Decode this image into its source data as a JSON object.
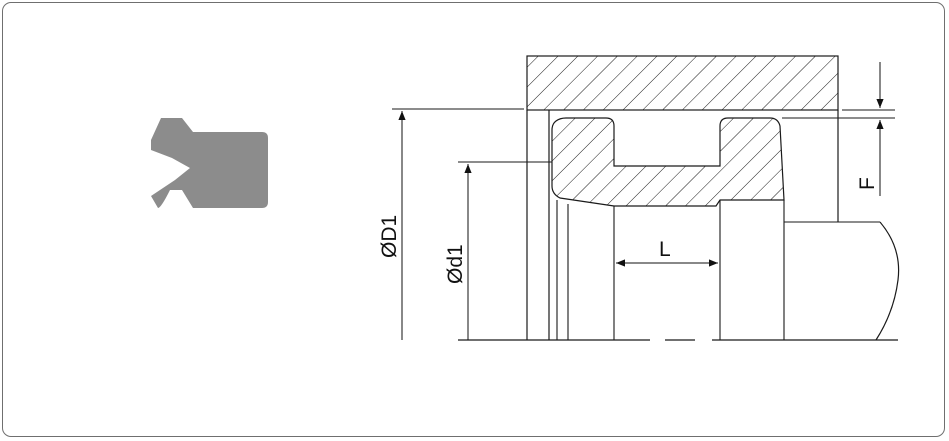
{
  "labels": {
    "outer_diameter": "ØD1",
    "inner_diameter": "Ød1",
    "length": "L",
    "offset": "F"
  },
  "colors": {
    "line": "#1a1a1a",
    "profile_fill": "#8c8c8c",
    "hatch": "#1a1a1a",
    "frame": "#6f6f6f"
  }
}
